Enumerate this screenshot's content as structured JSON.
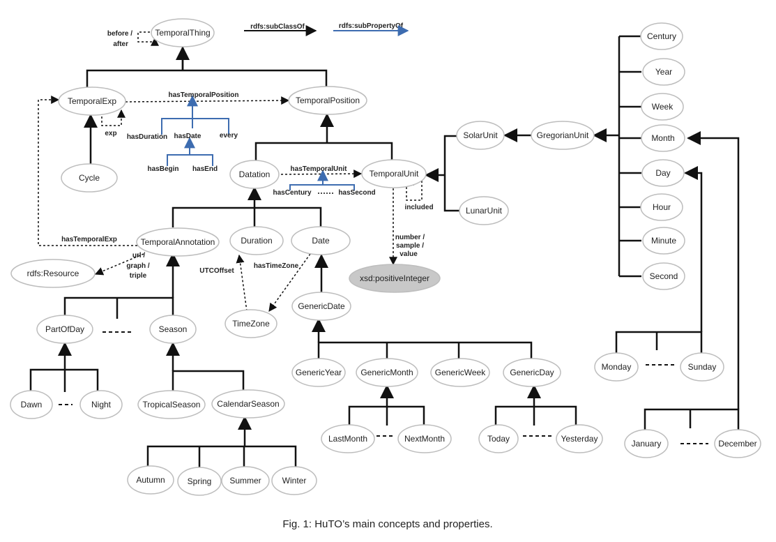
{
  "legend": {
    "subclass": "rdfs:subClassOf",
    "subproperty": "rdfs:subPropertyOf"
  },
  "caption": "Fig. 1: HuTO’s main concepts and properties.",
  "nodes": {
    "temporal_thing": "TemporalThing",
    "temporal_exp": "TemporalExp",
    "temporal_position": "TemporalPosition",
    "cycle": "Cycle",
    "datation": "Datation",
    "temporal_unit": "TemporalUnit",
    "temporal_annotation": "TemporalAnnotation",
    "duration": "Duration",
    "date": "Date",
    "rdfs_resource": "rdfs:Resource",
    "xsd_positive_integer": "xsd:positiveInteger",
    "timezone": "TimeZone",
    "generic_date": "GenericDate",
    "part_of_day": "PartOfDay",
    "season": "Season",
    "dawn": "Dawn",
    "night": "Night",
    "tropical_season": "TropicalSeason",
    "calendar_season": "CalendarSeason",
    "autumn": "Autumn",
    "spring": "Spring",
    "summer": "Summer",
    "winter": "Winter",
    "generic_year": "GenericYear",
    "generic_month": "GenericMonth",
    "generic_week": "GenericWeek",
    "generic_day": "GenericDay",
    "last_month": "LastMonth",
    "next_month": "NextMonth",
    "today": "Today",
    "yesterday": "Yesterday",
    "solar_unit": "SolarUnit",
    "lunar_unit": "LunarUnit",
    "gregorian_unit": "GregorianUnit",
    "century": "Century",
    "year": "Year",
    "week": "Week",
    "month": "Month",
    "day": "Day",
    "hour": "Hour",
    "minute": "Minute",
    "second": "Second",
    "monday": "Monday",
    "sunday": "Sunday",
    "january": "January",
    "december": "December"
  },
  "edge_labels": {
    "before_after_1": "before /",
    "before_after_2": "after",
    "has_temporal_position": "hasTemporalPosition",
    "has_duration": "hasDuration",
    "has_date": "hasDate",
    "every": "every",
    "has_begin": "hasBegin",
    "has_end": "hasEnd",
    "exp": "exp",
    "has_temporal_unit": "hasTemporalUnit",
    "has_century": "hasCentury",
    "has_second": "hasSecond",
    "included": "included",
    "number_1": "number /",
    "number_2": "sample /",
    "number_3": "value",
    "has_temporal_exp": "hasTemporalExp",
    "url_1": "url /",
    "url_2": "graph /",
    "url_3": "triple",
    "utc_offset": "UTCOffset",
    "has_time_zone": "hasTimeZone"
  },
  "colors": {
    "line": "#111111",
    "subproperty": "#3d6cb0",
    "ellipse_border": "#bdbdbd",
    "datatype_fill": "#c8c8c8"
  }
}
